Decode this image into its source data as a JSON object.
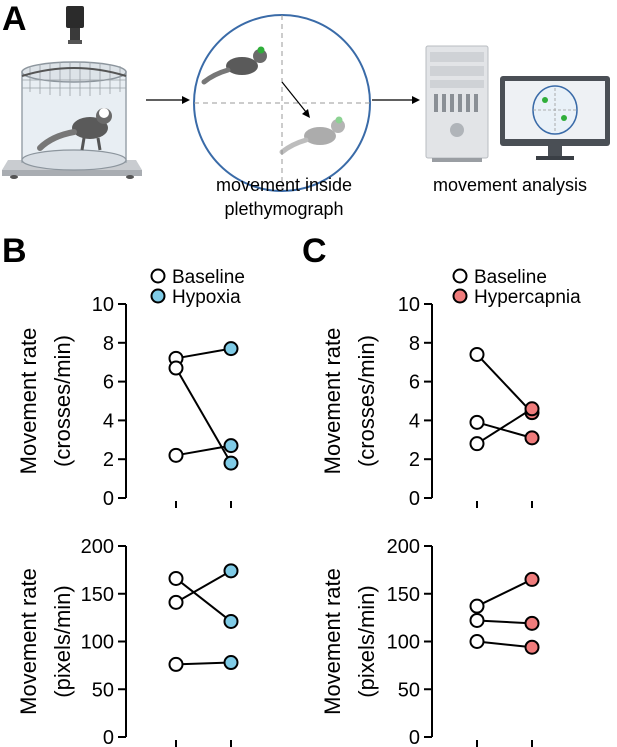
{
  "panels": {
    "a_letter": "A",
    "b_letter": "B",
    "c_letter": "C"
  },
  "schematic": {
    "caption_middle_line1": "movement inside",
    "caption_middle_line2": "plethymograph",
    "caption_right": "movement analysis",
    "icons": [
      "camera-icon",
      "plethysmograph-chamber-icon",
      "marmoset-icon",
      "arrow-right-icon",
      "quadrant-arena-icon",
      "computer-tower-icon",
      "monitor-icon"
    ]
  },
  "colors": {
    "baseline_fill": "#ffffff",
    "hypoxia_fill": "#7fcbe6",
    "hypercapnia_fill": "#ef7c7c",
    "marker_stroke": "#000000",
    "arena_stroke": "#3a6ba8",
    "arena_fill": "#e9f1f8",
    "green_dot": "#2fae3a"
  },
  "chart_data": [
    {
      "id": "B-top",
      "type": "scatter",
      "ylabel_line1": "Movement rate",
      "ylabel_line2": "(crosses/min)",
      "ylim": [
        0,
        10
      ],
      "yticks": [
        "0",
        "2",
        "4",
        "6",
        "8",
        "10"
      ],
      "legend": [
        "Baseline",
        "Hypoxia"
      ],
      "series": [
        {
          "name": "Baseline",
          "values": [
            7.2,
            6.7,
            2.2
          ]
        },
        {
          "name": "Hypoxia",
          "values": [
            7.7,
            1.8,
            2.7
          ]
        }
      ],
      "pairs": [
        [
          7.2,
          7.7
        ],
        [
          6.7,
          1.8
        ],
        [
          2.2,
          2.7
        ]
      ]
    },
    {
      "id": "B-bottom",
      "type": "scatter",
      "ylabel_line1": "Movement rate",
      "ylabel_line2": "(pixels/min)",
      "ylim": [
        0,
        200
      ],
      "yticks": [
        "0",
        "50",
        "100",
        "150",
        "200"
      ],
      "series": [
        {
          "name": "Baseline",
          "values": [
            166,
            141,
            76
          ]
        },
        {
          "name": "Hypoxia",
          "values": [
            121,
            174,
            78
          ]
        }
      ],
      "pairs": [
        [
          166,
          121
        ],
        [
          141,
          174
        ],
        [
          76,
          78
        ]
      ]
    },
    {
      "id": "C-top",
      "type": "scatter",
      "ylabel_line1": "Movement rate",
      "ylabel_line2": "(crosses/min)",
      "ylim": [
        0,
        10
      ],
      "yticks": [
        "0",
        "2",
        "4",
        "6",
        "8",
        "10"
      ],
      "legend": [
        "Baseline",
        "Hypercapnia"
      ],
      "series": [
        {
          "name": "Baseline",
          "values": [
            7.4,
            3.9,
            2.8
          ]
        },
        {
          "name": "Hypercapnia",
          "values": [
            4.4,
            3.1,
            4.6
          ]
        }
      ],
      "pairs": [
        [
          7.4,
          4.4
        ],
        [
          3.9,
          3.1
        ],
        [
          2.8,
          4.6
        ]
      ]
    },
    {
      "id": "C-bottom",
      "type": "scatter",
      "ylabel_line1": "Movement rate",
      "ylabel_line2": "(pixels/min)",
      "ylim": [
        0,
        200
      ],
      "yticks": [
        "0",
        "50",
        "100",
        "150",
        "200"
      ],
      "series": [
        {
          "name": "Baseline",
          "values": [
            137,
            122,
            100
          ]
        },
        {
          "name": "Hypercapnia",
          "values": [
            165,
            119,
            94
          ]
        }
      ],
      "pairs": [
        [
          137,
          165
        ],
        [
          122,
          119
        ],
        [
          100,
          94
        ]
      ]
    }
  ]
}
